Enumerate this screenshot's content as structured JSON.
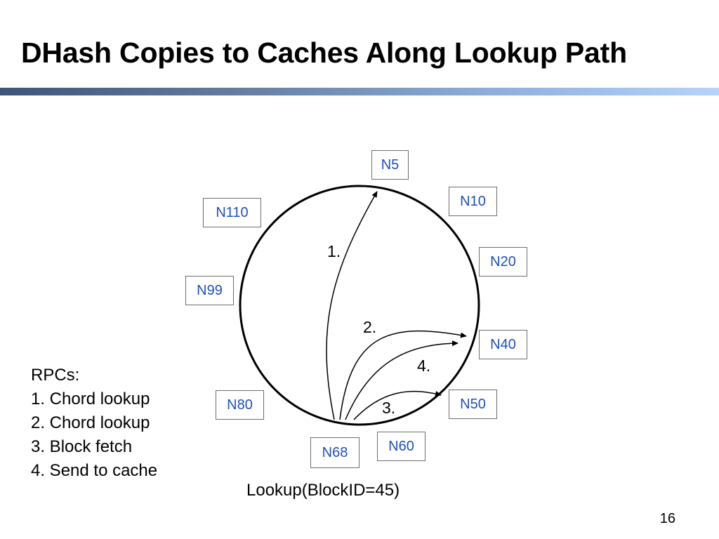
{
  "slide": {
    "title": "DHash Copies to Caches Along Lookup Path",
    "page_number": "16"
  },
  "nodes": [
    "N5",
    "N10",
    "N20",
    "N40",
    "N50",
    "N60",
    "N68",
    "N80",
    "N99",
    "N110"
  ],
  "steps": [
    "1.",
    "2.",
    "3.",
    "4."
  ],
  "rpcs": {
    "heading": "RPCs:",
    "items": [
      "1. Chord lookup",
      "2. Chord lookup",
      "3. Block fetch",
      "4. Send to cache"
    ]
  },
  "lookup_caption": "Lookup(BlockID=45)",
  "colors": {
    "node_text": "#1f4fbf",
    "node_border": "#6e6e6e",
    "title_rule_start": "#3e5577",
    "title_rule_end": "#b6d4fb"
  }
}
